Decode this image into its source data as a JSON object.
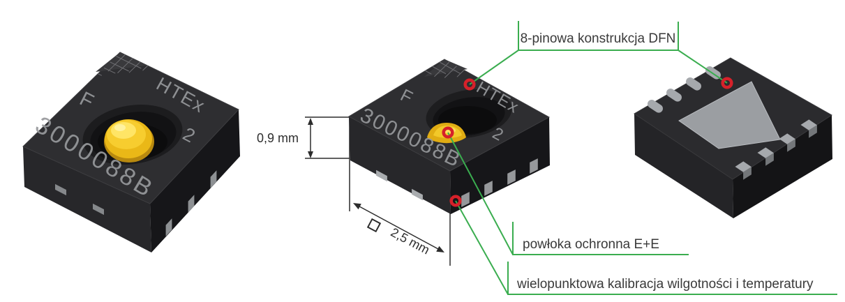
{
  "colors": {
    "background": "#ffffff",
    "callout_green": "#3aad4f",
    "marker_red": "#d6212a",
    "label_text": "#3a3a3a",
    "dimension_ink": "#2c2c2c",
    "chip_body": "#2e2e31",
    "dome_yellow": "#eab817",
    "pad_gray": "#9b9ea2"
  },
  "chip_markings": {
    "type_code": "F",
    "brand": "HTEx",
    "variant": "2",
    "serial": "3000088B"
  },
  "dimensions": {
    "height": "0,9 mm",
    "width": "2,5 mm"
  },
  "callouts": {
    "dfn": "8-pinowa konstrukcja DFN",
    "coating": "powłoka ochronna E+E",
    "calibration": "wielopunktowa kalibracja wilgotności i temperatury"
  }
}
